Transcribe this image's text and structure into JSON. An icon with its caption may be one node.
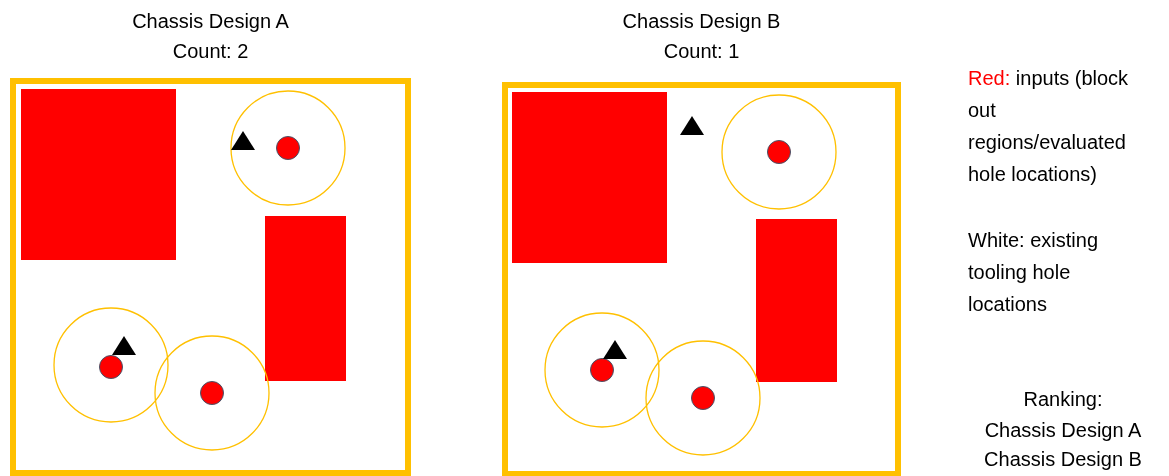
{
  "diagram": {
    "nodes": [
      {
        "text": [
          "Chassis Design A",
          "Count: 2"
        ]
      },
      {
        "text": [
          "Chassis Design B",
          "Count: 1"
        ]
      }
    ],
    "edges": [],
    "labels": [
      "Red:",
      "inputs (block out regions/evaluated hole locations)",
      "White: existing tooling hole locations",
      "Ranking:",
      "Chassis Design A",
      "Chassis Design B"
    ]
  }
}
